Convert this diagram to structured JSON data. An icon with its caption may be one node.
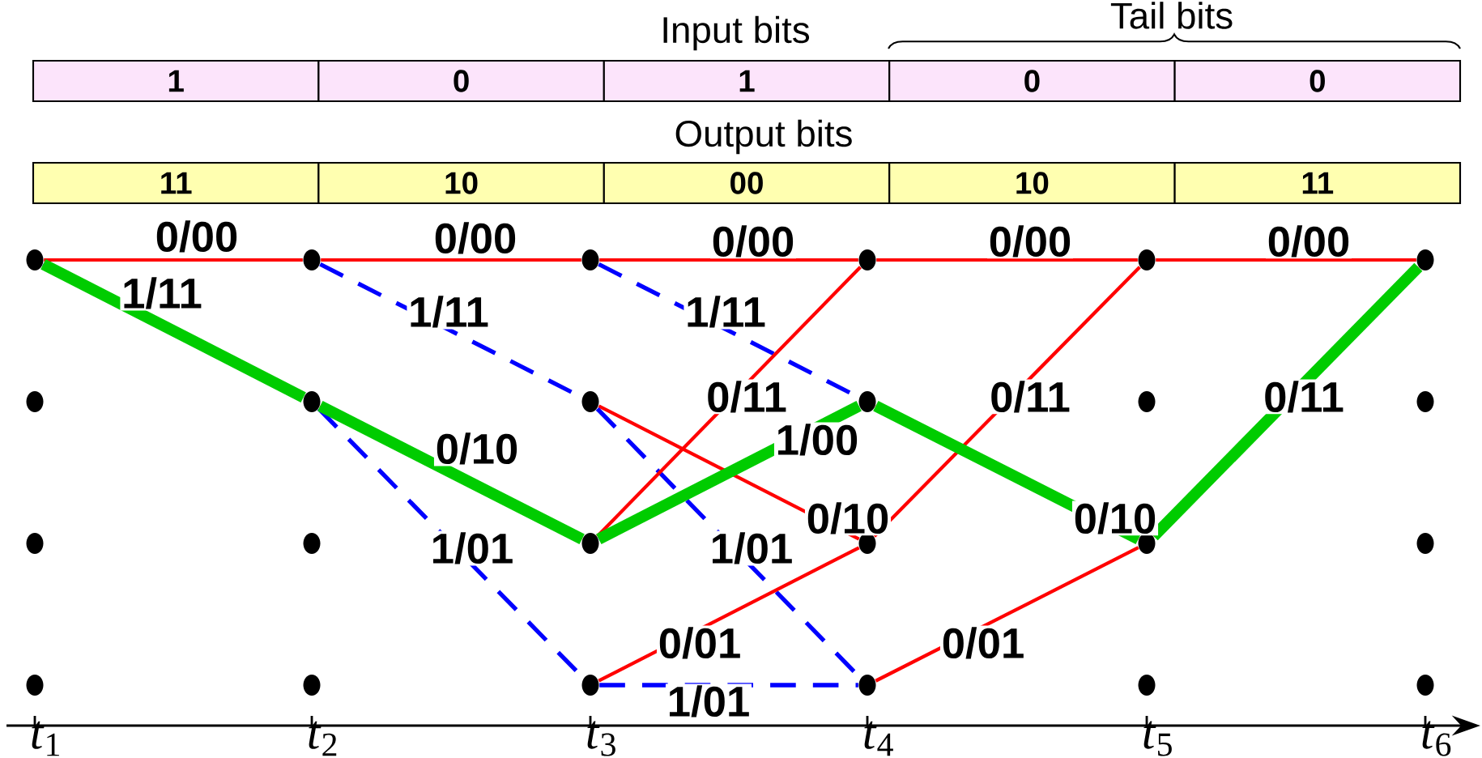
{
  "diagram": {
    "nodes": [
      {
        "text": [
          "1"
        ]
      },
      {
        "text": [
          "0"
        ]
      },
      {
        "text": [
          "1"
        ]
      },
      {
        "text": [
          "0"
        ]
      },
      {
        "text": [
          "0"
        ]
      },
      {
        "text": [
          "11"
        ]
      },
      {
        "text": [
          "10"
        ]
      },
      {
        "text": [
          "00"
        ]
      },
      {
        "text": [
          "10"
        ]
      },
      {
        "text": [
          "11"
        ]
      },
      {
        "text": [],
        "shape": "circle"
      },
      {
        "text": [],
        "shape": "circle"
      },
      {
        "text": [],
        "shape": "circle"
      },
      {
        "text": [],
        "shape": "circle"
      },
      {
        "text": [],
        "shape": "circle"
      },
      {
        "text": [],
        "shape": "circle"
      },
      {
        "text": [],
        "shape": "circle"
      },
      {
        "text": [],
        "shape": "circle"
      },
      {
        "text": [],
        "shape": "circle"
      },
      {
        "text": [],
        "shape": "circle"
      },
      {
        "text": [],
        "shape": "circle"
      },
      {
        "text": [],
        "shape": "circle"
      },
      {
        "text": [],
        "shape": "circle"
      },
      {
        "text": [],
        "shape": "circle"
      },
      {
        "text": [],
        "shape": "circle"
      },
      {
        "text": [],
        "shape": "circle"
      },
      {
        "text": [],
        "shape": "circle"
      },
      {
        "text": [],
        "shape": "circle"
      },
      {
        "text": [],
        "shape": "circle"
      },
      {
        "text": [],
        "shape": "circle"
      },
      {
        "text": [],
        "shape": "circle"
      },
      {
        "text": [],
        "shape": "circle"
      },
      {
        "text": [],
        "shape": "circle"
      },
      {
        "text": [],
        "shape": "circle"
      }
    ],
    "edges": [
      {
        "from": 10,
        "to": 14,
        "arrow": "none",
        "label": "0/00"
      },
      {
        "from": 10,
        "to": 15,
        "arrow": "none",
        "label": "1/11",
        "style": "dashed",
        "color": "#0000ff"
      },
      {
        "from": 14,
        "to": 18,
        "arrow": "none",
        "label": "0/00"
      },
      {
        "from": 14,
        "to": 19,
        "arrow": "none",
        "label": "1/11",
        "style": "dashed",
        "color": "#0000ff"
      },
      {
        "from": 15,
        "to": 20,
        "arrow": "none",
        "label": "0/10"
      },
      {
        "from": 15,
        "to": 21,
        "arrow": "none",
        "label": "1/01",
        "style": "dashed",
        "color": "#0000ff"
      },
      {
        "from": 18,
        "to": 22,
        "arrow": "none",
        "label": "0/00"
      },
      {
        "from": 18,
        "to": 23,
        "arrow": "none",
        "label": "1/11",
        "style": "dashed",
        "color": "#0000ff"
      },
      {
        "from": 19,
        "to": 24,
        "arrow": "none",
        "label": "0/10"
      },
      {
        "from": 19,
        "to": 25,
        "arrow": "none",
        "label": "1/01",
        "style": "dashed",
        "color": "#0000ff"
      },
      {
        "from": 20,
        "to": 22,
        "arrow": "none",
        "label": "0/11"
      },
      {
        "from": 20,
        "to": 23,
        "arrow": "none",
        "label": "1/00",
        "style": "dashed",
        "color": "#0000ff"
      },
      {
        "from": 21,
        "to": 24,
        "arrow": "none",
        "label": "0/01"
      },
      {
        "from": 21,
        "to": 25,
        "arrow": "none",
        "label": "1/01",
        "style": "dashed",
        "color": "#0000ff"
      },
      {
        "from": 22,
        "to": 26,
        "arrow": "none",
        "label": "0/00"
      },
      {
        "from": 23,
        "to": 28,
        "arrow": "none",
        "label": "0/10"
      },
      {
        "from": 24,
        "to": 26,
        "arrow": "none",
        "label": "0/11"
      },
      {
        "from": 25,
        "to": 28,
        "arrow": "none",
        "label": "0/01"
      },
      {
        "from": 26,
        "to": 30,
        "arrow": "none",
        "label": "0/00"
      },
      {
        "from": 28,
        "to": 30,
        "arrow": "none",
        "label": "0/11"
      },
      {
        "from": 10,
        "to": 15,
        "arrow": "none",
        "style": "thick",
        "color": "#00cc00"
      },
      {
        "from": 15,
        "to": 20,
        "arrow": "none",
        "style": "thick",
        "color": "#00cc00"
      },
      {
        "from": 20,
        "to": 23,
        "arrow": "none",
        "style": "thick",
        "color": "#00cc00"
      },
      {
        "from": 23,
        "to": 28,
        "arrow": "none",
        "style": "thick",
        "color": "#00cc00"
      },
      {
        "from": 28,
        "to": 30,
        "arrow": "none",
        "style": "thick",
        "color": "#00cc00"
      }
    ],
    "labels": [
      "Input bits",
      "Tail bits",
      "Output bits",
      "*t*$_{1}$",
      "*t*$_{2}$",
      "*t*$_{3}$",
      "*t*$_{4}$",
      "*t*$_{5}$",
      "*t*$_{6}$"
    ]
  }
}
